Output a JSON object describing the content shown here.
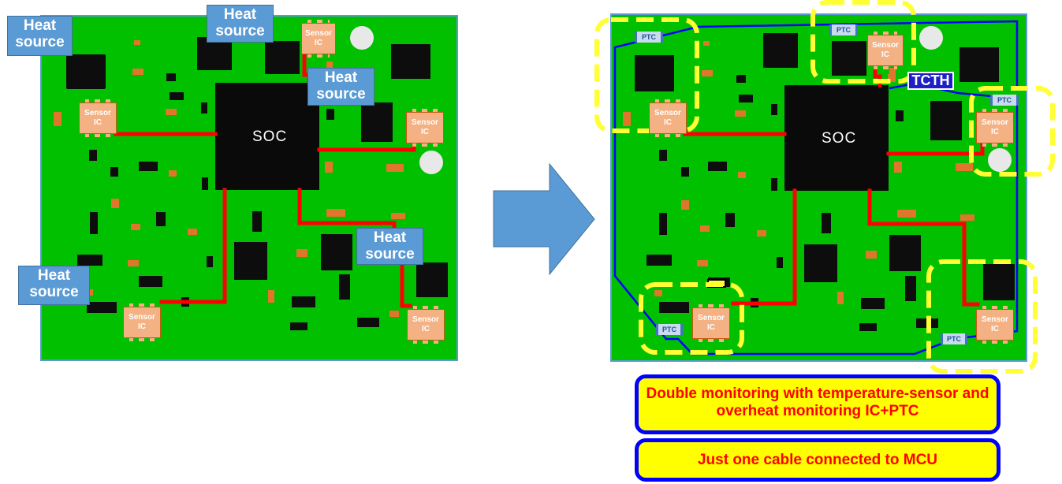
{
  "before_board": {
    "soc_label": "SOC",
    "heat_source_tags": [
      {
        "line1": "Heat",
        "line2": "source"
      },
      {
        "line1": "Heat",
        "line2": "source"
      },
      {
        "line1": "Heat",
        "line2": "source"
      },
      {
        "line1": "Heat",
        "line2": "source"
      },
      {
        "line1": "Heat",
        "line2": "source"
      }
    ],
    "sensor_ic": {
      "line1": "Sensor",
      "line2": "IC"
    }
  },
  "after_board": {
    "soc_label": "SOC",
    "tcth_label": "TCTH",
    "ptc_label": "PTC",
    "sensor_ic": {
      "line1": "Sensor",
      "line2": "IC"
    }
  },
  "notes": {
    "double_monitoring": "Double monitoring with temperature-sensor and overheat monitoring IC+PTC",
    "one_cable": "Just one cable connected to MCU"
  },
  "colors": {
    "board": "#00c000",
    "chip": "#0a0a0a",
    "trace": "#ff0000",
    "ptc_loop": "#0000ff",
    "highlight": "#ffff33",
    "tag": "#5b9bd5",
    "sensor": "#f4b183",
    "arrow": "#5b9bd5"
  }
}
